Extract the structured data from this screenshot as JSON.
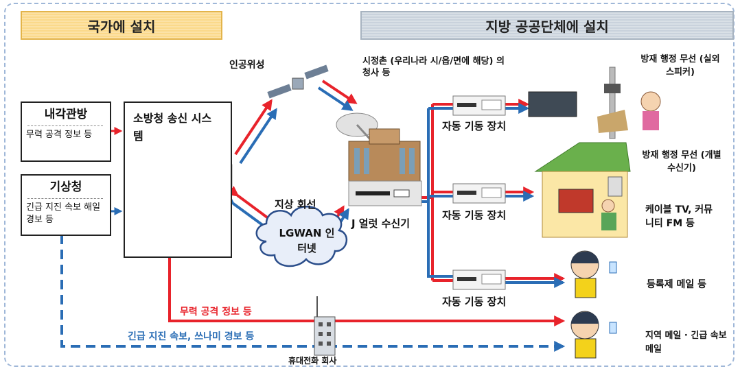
{
  "headers": {
    "national": "국가에 설치",
    "local": "지방 공공단체에 설치"
  },
  "cabinet": {
    "title": "내각관방",
    "desc": "무력 공격 정보 등"
  },
  "jma": {
    "title": "기상청",
    "desc": "긴급 지진 속보 해일 경보 등"
  },
  "fdma": {
    "title": "소방청 송신 시스템"
  },
  "satellite": {
    "label": "인공위성"
  },
  "municipal": {
    "label": "시정촌 (우리나라 시/읍/면에 해당) 의 청사 등"
  },
  "ground_line": {
    "label": "지상 회선"
  },
  "lgwan": {
    "label": "LGWAN 인터넷"
  },
  "jalert": {
    "label": "J 얼럿 수신기"
  },
  "auto_start": {
    "label": "자동 기동 장치"
  },
  "outputs": {
    "outdoor": "방재 행정 무선 (실외 스피커)",
    "indoor": "방재 행정 무선 (개별 수신기)",
    "cable": "케이블 TV, 커뮤니티 FM 등",
    "registered_mail": "등록제 메일 등",
    "area_mail": "지역 메일 · 긴급 속보 메일"
  },
  "mobile_carrier": {
    "label": "휴대전화 회사"
  },
  "lines": {
    "armed_attack": "무력 공격 정보 등",
    "quake_tsunami": "긴급 지진 속보, 쓰나미 경보 등"
  },
  "colors": {
    "red": "#e8232b",
    "blue": "#2a6db5",
    "orange": "#f5a623"
  }
}
